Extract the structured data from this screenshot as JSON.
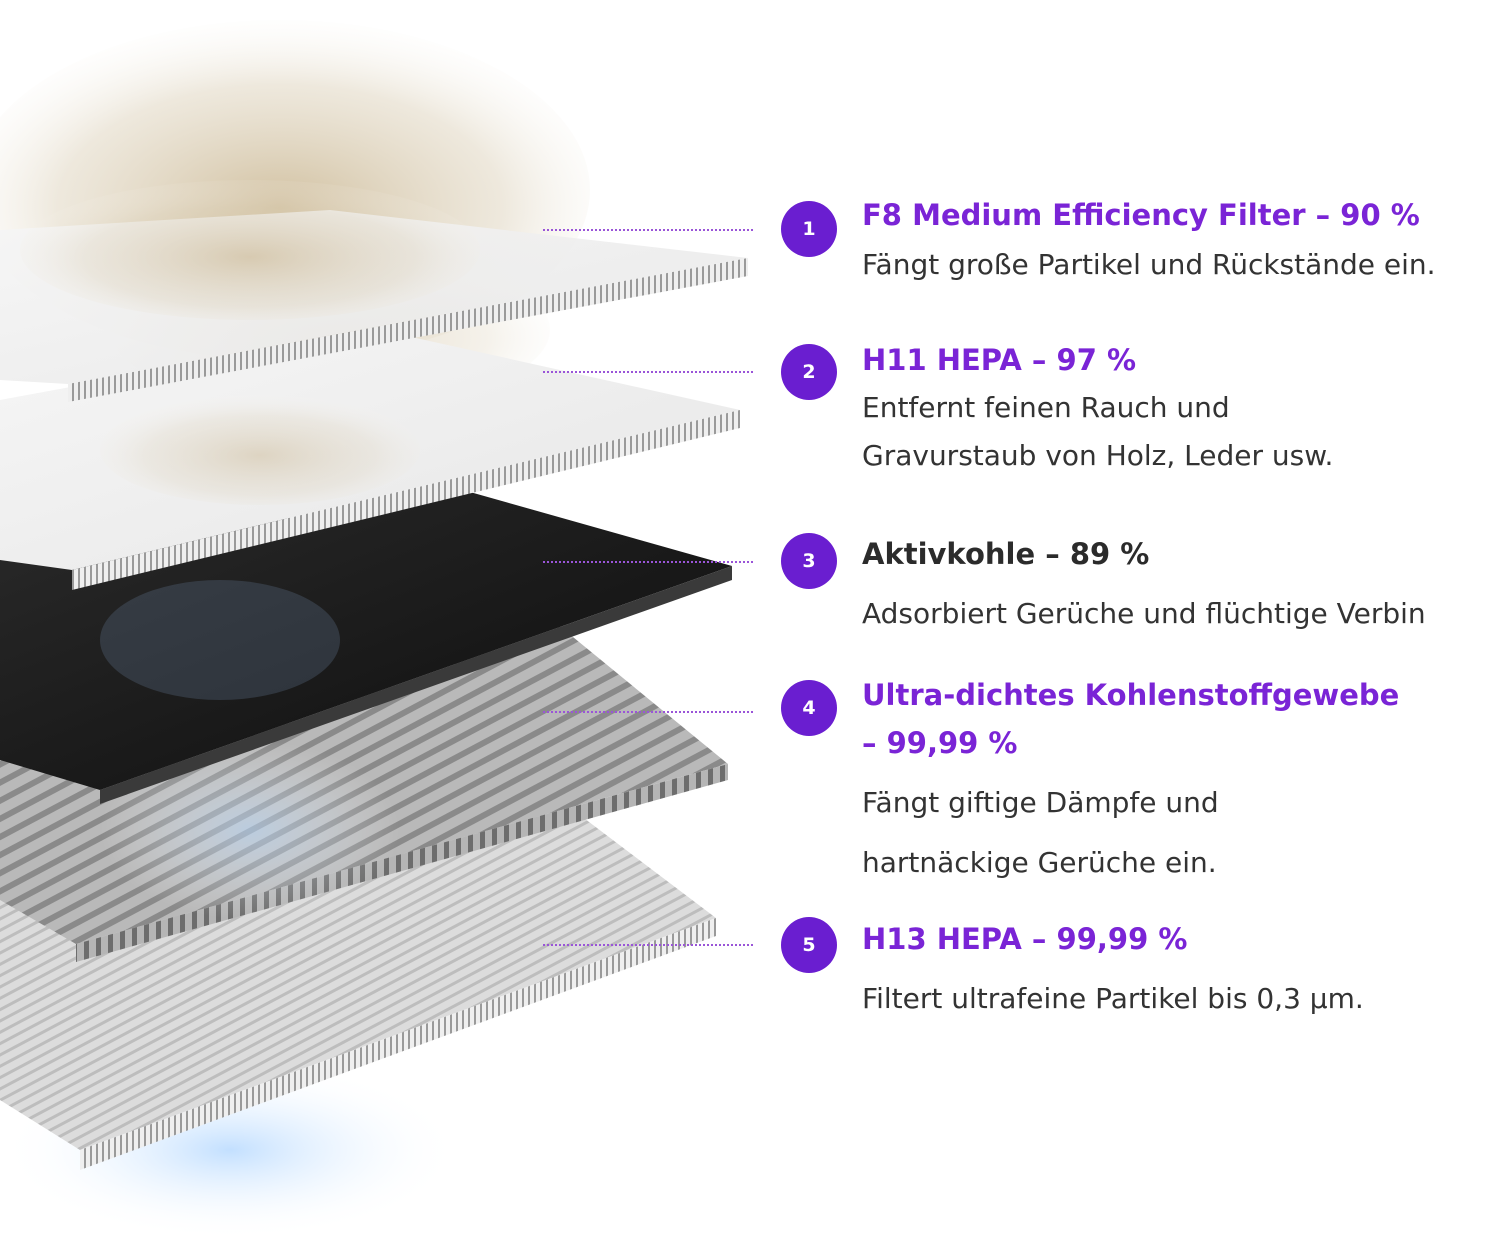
{
  "layers": [
    {
      "number": "1",
      "title": "F8 Medium Efficiency Filter – 90 %",
      "desc": [
        "Fängt große Partikel und Rückstände ein."
      ]
    },
    {
      "number": "2",
      "title": "H11 HEPA – 97 %",
      "desc": [
        "Entfernt feinen Rauch und",
        "Gravurstaub von Holz, Leder usw."
      ]
    },
    {
      "number": "3",
      "title": "Aktivkohle – 89 %",
      "desc": [
        "Adsorbiert Gerüche und flüchtige Verbin"
      ]
    },
    {
      "number": "4",
      "title": [
        "Ultra-dichtes Kohlenstoffgewebe",
        "– 99,99 %"
      ],
      "desc": [
        "Fängt giftige Dämpfe und",
        "hartnäckige Gerüche ein."
      ]
    },
    {
      "number": "5",
      "title": "H13 HEPA – 99,99 %",
      "desc": [
        "Filtert ultrafeine Partikel bis 0,3 µm."
      ]
    }
  ],
  "colors": {
    "accent": "#7a24d6",
    "badge": "#6a1ed0",
    "text": "#333333",
    "carbon": "#1a1a1a"
  }
}
